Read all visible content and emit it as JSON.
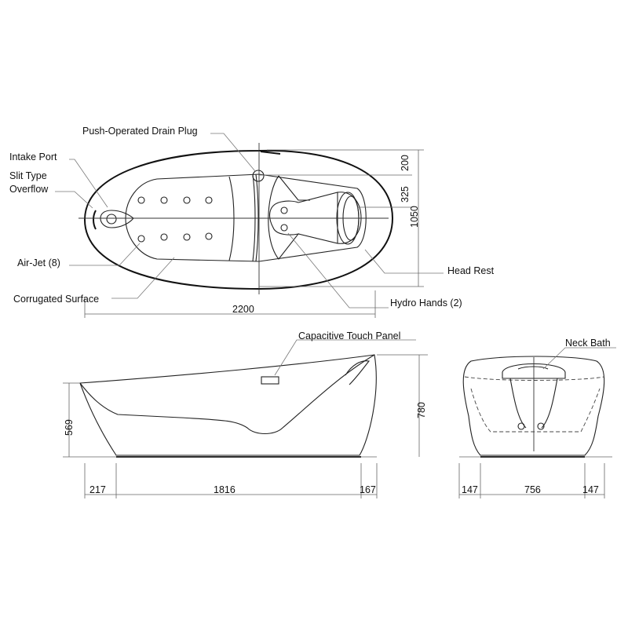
{
  "labels": {
    "drain_plug": "Push-Operated Drain Plug",
    "intake_port": "Intake Port",
    "overflow_line1": "Slit Type",
    "overflow_line2": "Overflow",
    "air_jet": "Air-Jet (8)",
    "corrugated": "Corrugated Surface",
    "head_rest": "Head Rest",
    "hydro_hands": "Hydro Hands (2)",
    "touch_panel": "Capacitive Touch Panel",
    "neck_bath": "Neck Bath"
  },
  "dimensions": {
    "top_200": "200",
    "top_325": "325",
    "top_1050": "1050",
    "top_2200": "2200",
    "side_569": "569",
    "side_780": "780",
    "side_217": "217",
    "side_1816": "1816",
    "side_167": "167",
    "front_147_left": "147",
    "front_756": "756",
    "front_147_right": "147"
  },
  "colors": {
    "line": "#222222",
    "leader": "#777777"
  }
}
